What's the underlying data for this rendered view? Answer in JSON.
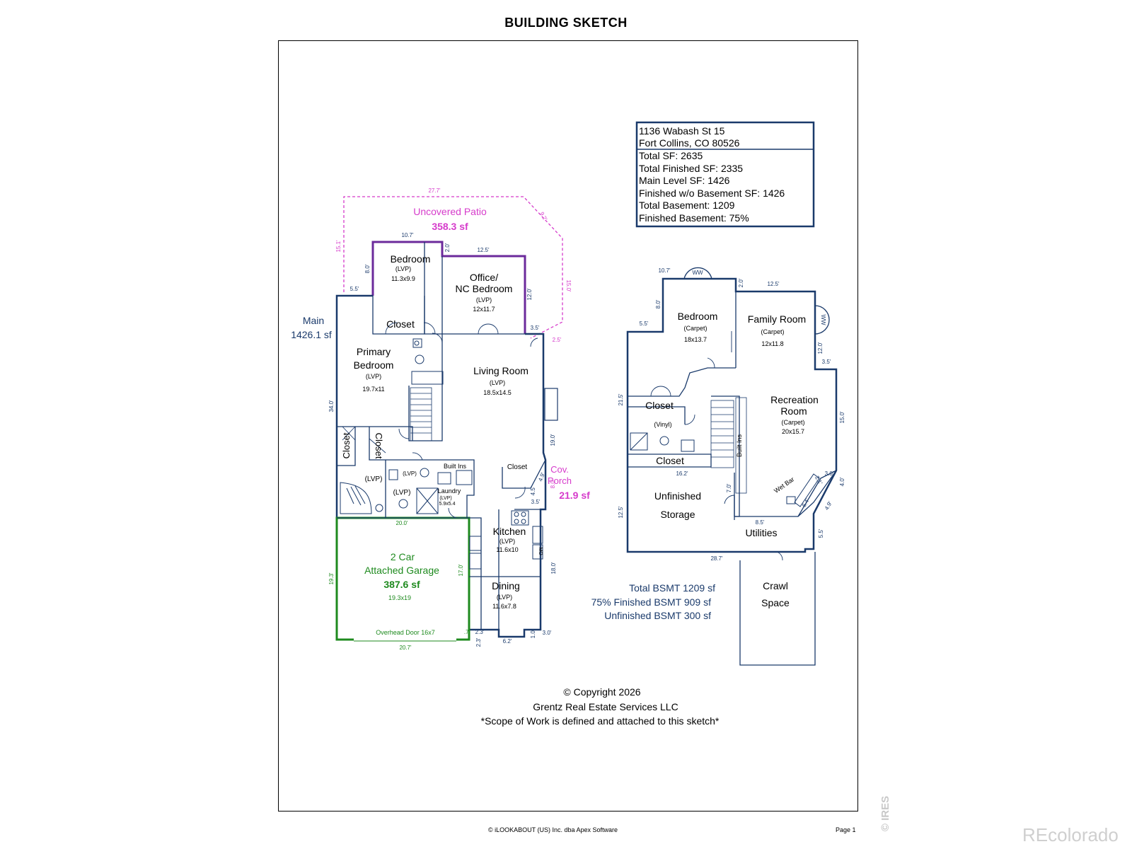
{
  "page_title": "BUILDING SKETCH",
  "info_box": {
    "lines": [
      "1136 Wabash St 15",
      "Fort Collins, CO 80526",
      "Total SF: 2635",
      "Total Finished SF: 2335",
      "Main Level SF: 1426",
      "Finished w/o Basement SF: 1426",
      "Total Basement: 1209",
      "Finished Basement: 75%"
    ]
  },
  "main_level": {
    "label": "Main",
    "area": "1426.1 sf",
    "patio": {
      "name": "Uncovered Patio",
      "area": "358.3 sf"
    },
    "porch": {
      "name": "Cov.",
      "name2": "Porch",
      "area": "21.9 sf"
    },
    "rooms": {
      "bedroom": {
        "name": "Bedroom",
        "floor": "(LVP)",
        "size": "11.3x9.9"
      },
      "office": {
        "name": "Office/",
        "name2": "NC Bedroom",
        "floor": "(LVP)",
        "size": "12x11.7"
      },
      "closet_bed": "Closet",
      "primary": {
        "name": "Primary",
        "name2": "Bedroom",
        "floor": "(LVP)",
        "size": "19.7x11"
      },
      "living": {
        "name": "Living Room",
        "floor": "(LVP)",
        "size": "18.5x14.5"
      },
      "closet_a": "Closet",
      "closet_b": "Closet",
      "closet_living": "Closet",
      "bath_lvp": "(LVP)",
      "bath2_lvp": "(LVP)",
      "hall_lvp": "(LVP)",
      "built_ins": "Built Ins",
      "laundry": {
        "name": "Laundry",
        "floor": "(LVP)",
        "size": "5.9x5.4"
      },
      "kitchen": {
        "name": "Kitchen",
        "floor": "(LVP)",
        "size": "11.6x10"
      },
      "dining": {
        "name": "Dining",
        "floor": "(LVP)",
        "size": "11.6x7.8"
      },
      "garage": {
        "name": "2 Car",
        "name2": "Attached Garage",
        "area": "387.6 sf",
        "size": "19.3x19",
        "door": "Overhead Door 16x7"
      },
      "mo": "MO"
    },
    "dims": {
      "patio_top": "27.7'",
      "patio_left": "15.1'",
      "patio_diag": "9.2'",
      "patio_right": "15.0'",
      "patio_br": "2.5'",
      "bed_top": "10.7'",
      "bed_left": "8.0'",
      "step_left": "5.5'",
      "office_step": "2.0'",
      "office_top": "12.5'",
      "office_right": "12.0'",
      "office_br": "3.5'",
      "main_left": "34.0'",
      "living_right": "19.0'",
      "porch_diag": "4.9'",
      "porch_v": "4.5'",
      "porch_h": "3.5'",
      "porch_side": "8.0'",
      "garage_top": "20.0'",
      "garage_left": "19.3'",
      "garage_right": "17.0'",
      "garage_bottom": "20.7'",
      "garage_small": ".7'",
      "dim_23a": "2.3'",
      "dim_23b": "2.3'",
      "dining_bottom": "6.2'",
      "dim_10": "1.0'",
      "dim_30": "3.0'",
      "kitchen_right": "18.0'"
    }
  },
  "basement": {
    "ww": "WW",
    "rooms": {
      "bedroom": {
        "name": "Bedroom",
        "floor": "(Carpet)",
        "size": "18x13.7"
      },
      "family": {
        "name": "Family Room",
        "floor": "(Carpet)",
        "size": "12x11.8"
      },
      "closet1": "Closet",
      "vinyl": "(Vinyl)",
      "closet2": "Closet",
      "rec": {
        "name": "Recreation",
        "name2": "Room",
        "floor": "(Carpet)",
        "size": "20x15.7"
      },
      "built_ins": "Built Ins",
      "wet_bar": "Wet Bar",
      "unfinished": "Unfinished",
      "storage": "Storage",
      "utilities": "Utilities",
      "crawl": "Crawl",
      "space": "Space"
    },
    "dims": {
      "top_left": "10.7'",
      "step_v": "2.0'",
      "top_right": "12.5'",
      "left_step": "8.0'",
      "left_h": "5.5'",
      "right_v": "12.0'",
      "right_h": "3.5'",
      "left_v": "21.5'",
      "right_main": "15.0'",
      "closet_w": "16.2'",
      "util_v": "7.0'",
      "wet_a": "3.0'",
      "wet_b": "2.1'",
      "wet_c": "4.0'",
      "wet_d": "6.4'",
      "wet_e": "4.9'",
      "util_h": "8.5'",
      "bottom_left": "12.5'",
      "bottom": "28.7'",
      "right_low": "5.5'"
    },
    "summary": [
      "Total BSMT 1209 sf",
      "75% Finished BSMT 909 sf",
      "Unfinished BSMT 300 sf"
    ]
  },
  "copyright": [
    "© Copyright 2026",
    "Grentz Real Estate Services LLC",
    "*Scope of Work is defined and attached to this sketch*"
  ],
  "footer": {
    "left": "© iLOOKABOUT (US) Inc. dba Apex Software",
    "right": "Page 1"
  },
  "watermarks": {
    "ires": "© IRES",
    "recolorado": "REcolorado"
  },
  "colors": {
    "wall": "#1a3a6b",
    "patio": "#d63bcb",
    "garage": "#1e8a1e",
    "text": "#000000"
  }
}
